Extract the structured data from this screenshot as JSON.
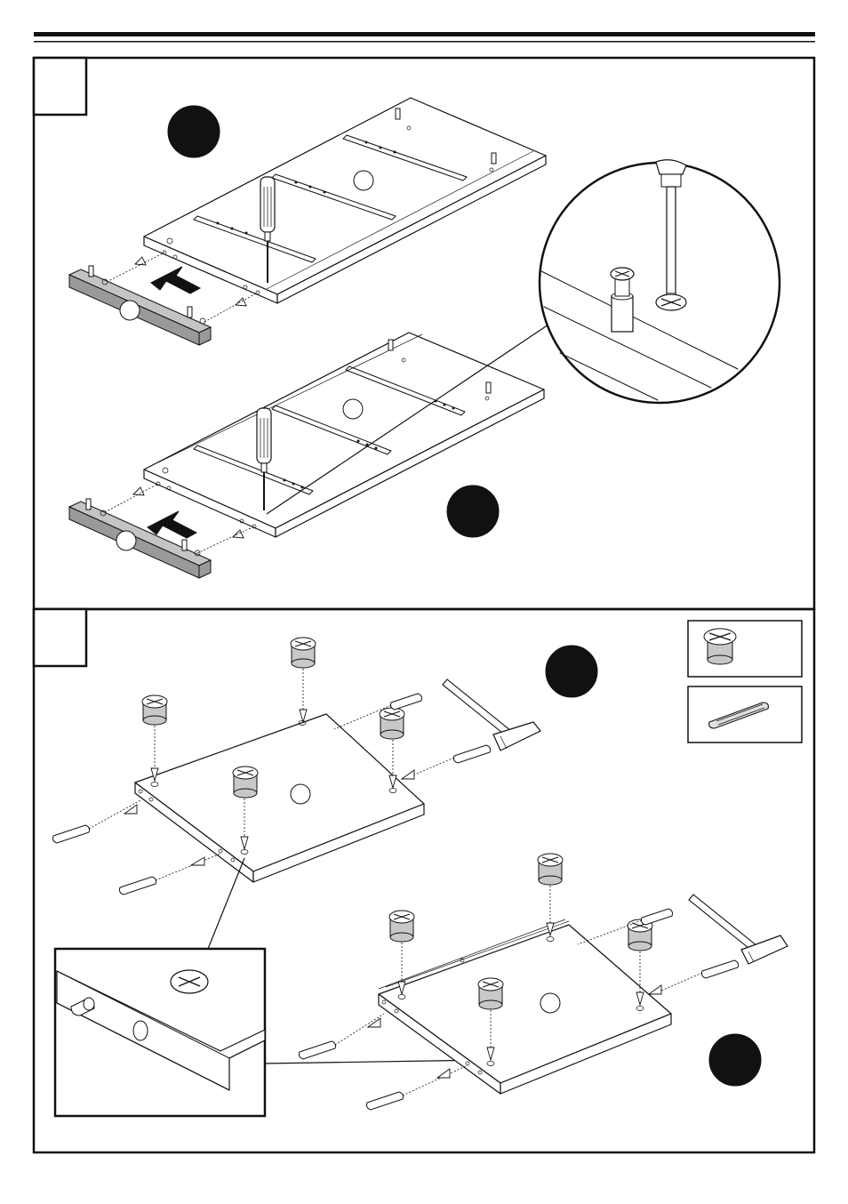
{
  "page": {
    "header_rule_color": "#111111"
  },
  "steps": [
    {
      "step_box": {
        "number": ""
      },
      "parts": [
        "board",
        "rail",
        "screwdriver",
        "pins"
      ],
      "callouts": [
        "filled-circle",
        "filled-circle",
        "part-label-circle",
        "part-label-circle",
        "part-label-circle",
        "part-label-circle"
      ],
      "detail_view": "magnified-screw-into-pin"
    },
    {
      "step_box": {
        "number": ""
      },
      "parts": [
        "board",
        "cam-lock",
        "dowel",
        "hammer"
      ],
      "callouts": [
        "filled-circle",
        "filled-circle",
        "part-label-circle",
        "part-label-circle"
      ],
      "legend_boxes": [
        "cam-lock-icon",
        "dowel-icon"
      ],
      "detail_view": "magnified-board-edge"
    }
  ],
  "colors": {
    "ink": "#111111",
    "rail_fill": "#9a9a9a",
    "callout_fill": "#111111",
    "paper": "#ffffff"
  }
}
